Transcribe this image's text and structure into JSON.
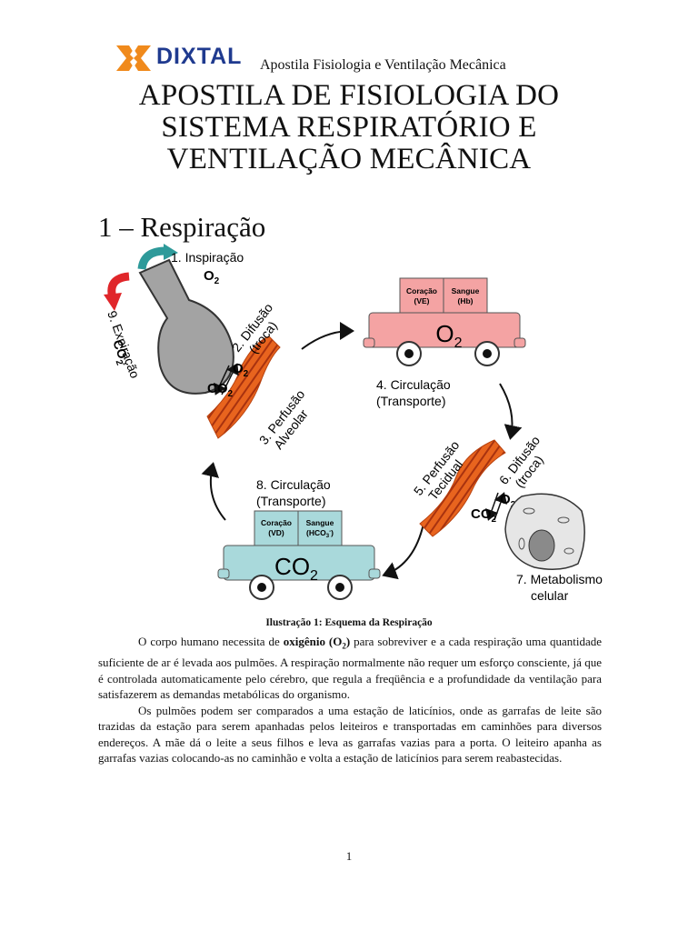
{
  "header": {
    "logo_text": "DIXTAL",
    "subtitle": "Apostila Fisiologia e Ventilação Mecânica"
  },
  "title_lines": [
    "APOSTILA DE FISIOLOGIA DO",
    "SISTEMA RESPIRATÓRIO E",
    "VENTILAÇÃO MECÂNICA"
  ],
  "section_title": "1 – Respiração",
  "diagram": {
    "step1": "1. Inspiração",
    "o2": "O",
    "co2": "CO",
    "sub2": "2",
    "step2_a": "2. Difusão",
    "step2_b": "(troca)",
    "step3_a": "3. Perfusão",
    "step3_b": "Alveolar",
    "step4_a": "4. Circulação",
    "step4_b": "(Transporte)",
    "step5_a": "5. Perfusão",
    "step5_b": "Tecidual",
    "step6_a": "6. Difusão",
    "step6_b": "(troca)",
    "step7_a": "7. Metabolismo",
    "step7_b": "celular",
    "step8_a": "8. Circulação",
    "step8_b": "(Transporte)",
    "step9_a": "9. Expiração",
    "truck_top": {
      "box1_a": "Coração",
      "box1_b": "(VE)",
      "box2_a": "Sangue",
      "box2_b": "(Hb)",
      "cargo": "O",
      "color": "#f4a3a3"
    },
    "truck_bottom": {
      "box1_a": "Coração",
      "box1_b": "(VD)",
      "box2_a": "Sangue",
      "box2_b": "(HCO",
      "box2_sub": "3",
      "box2_sup": "-",
      "box2_close": ")",
      "cargo": "CO",
      "color": "#a9d9db"
    },
    "arrow_teal": "#2e9a9a",
    "arrow_red": "#e0262a",
    "tissue_color": "#e8641e"
  },
  "caption": "Ilustração 1: Esquema da Respiração",
  "body": {
    "p1_a": "O corpo humano necessita de ",
    "p1_bold": "oxigênio (O",
    "p1_bold_sub": "2",
    "p1_bold_close": ")",
    "p1_b": " para sobreviver e a cada respiração uma quantidade suficiente de ar é levada aos pulmões.  A respiração normalmente não requer um esforço consciente, já que é controlada automaticamente pelo cérebro, que regula a freqüência e a profundidade da ventilação para satisfazerem as demandas metabólicas do organismo.",
    "p2": "Os pulmões podem ser comparados a uma estação de laticínios, onde as garrafas de leite são trazidas da estação para serem apanhadas pelos leiteiros e transportadas em caminhões para diversos endereços.  A mãe dá o leite a seus filhos e leva as garrafas vazias para a porta.  O leiteiro apanha as garrafas vazias colocando-as no caminhão e volta a estação de laticínios para serem reabastecidas."
  },
  "page_number": "1"
}
